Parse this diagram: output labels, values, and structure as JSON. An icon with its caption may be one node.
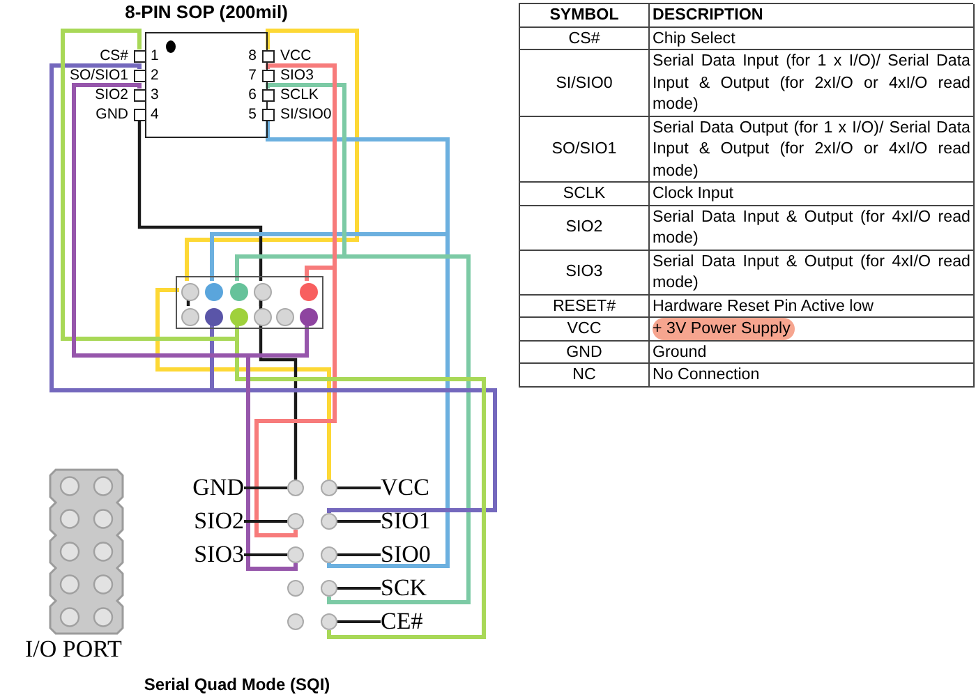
{
  "diagram": {
    "title": "8-PIN SOP (200mil)",
    "caption": "Serial Quad Mode (SQI)",
    "nodes": [
      {
        "text": [],
        "shape": "box"
      },
      {
        "text": [],
        "shape": "box"
      },
      {
        "text": [],
        "shape": "box"
      },
      {
        "text": [],
        "shape": "box"
      },
      {
        "text": [],
        "shape": "box"
      },
      {
        "text": [],
        "shape": "box"
      },
      {
        "text": [],
        "shape": "box"
      },
      {
        "text": [],
        "shape": "box"
      },
      {
        "text": [],
        "shape": "box"
      },
      {
        "text": [],
        "shape": "box"
      },
      {
        "text": [],
        "shape": "circle",
        "in": 9
      },
      {
        "text": [],
        "shape": "circle",
        "in": 9
      },
      {
        "text": [],
        "shape": "circle",
        "in": 9
      },
      {
        "text": [],
        "shape": "circle",
        "in": 9
      },
      {
        "text": [],
        "shape": "circle",
        "in": 9
      },
      {
        "text": [],
        "shape": "circle",
        "in": 9
      },
      {
        "text": [],
        "shape": "circle",
        "in": 9
      },
      {
        "text": [],
        "shape": "circle",
        "in": 9
      },
      {
        "text": [],
        "shape": "circle",
        "in": 9
      },
      {
        "text": [],
        "shape": "circle",
        "in": 9
      },
      {
        "text": [],
        "shape": "circle",
        "in": 9
      },
      {
        "text": [
          "GND"
        ]
      },
      {
        "text": [
          "SIO2"
        ]
      },
      {
        "text": [
          "SIO3"
        ]
      },
      {
        "text": [
          "VCC"
        ]
      },
      {
        "text": [
          "SIO1"
        ]
      },
      {
        "text": [
          "SIO0"
        ]
      },
      {
        "text": [
          "SCK"
        ]
      },
      {
        "text": [
          "CE#"
        ]
      },
      {
        "text": [],
        "shape": "circle"
      },
      {
        "text": [],
        "shape": "circle"
      },
      {
        "text": [],
        "shape": "circle"
      },
      {
        "text": [],
        "shape": "circle"
      },
      {
        "text": [],
        "shape": "circle"
      },
      {
        "text": [],
        "shape": "circle"
      },
      {
        "text": [],
        "shape": "circle"
      },
      {
        "text": [],
        "shape": "circle"
      },
      {
        "text": [],
        "shape": "circle"
      },
      {
        "text": [],
        "shape": "circle"
      }
    ],
    "edges": [
      {
        "from": 5,
        "to": 10,
        "arrow": "none",
        "color": "#fdd835"
      },
      {
        "from": 10,
        "to": 34,
        "arrow": "none",
        "color": "#fdd835"
      },
      {
        "from": 4,
        "to": 13,
        "arrow": "none"
      },
      {
        "from": 13,
        "to": 29,
        "arrow": "none"
      },
      {
        "from": 10,
        "to": 15,
        "arrow": "none"
      },
      {
        "from": 13,
        "to": 18,
        "arrow": "none"
      },
      {
        "from": 8,
        "to": 11,
        "arrow": "none",
        "color": "#6cb0df"
      },
      {
        "from": 11,
        "to": 36,
        "arrow": "none",
        "color": "#6cb0df"
      },
      {
        "from": 7,
        "to": 12,
        "arrow": "none",
        "color": "#7ccaa5"
      },
      {
        "from": 12,
        "to": 37,
        "arrow": "none",
        "color": "#7ccaa5"
      },
      {
        "from": 6,
        "to": 14,
        "arrow": "none",
        "color": "#f77b7b"
      },
      {
        "from": 14,
        "to": 30,
        "arrow": "none",
        "color": "#f77b7b"
      },
      {
        "from": 2,
        "to": 16,
        "arrow": "none",
        "color": "#7468bd"
      },
      {
        "from": 16,
        "to": 35,
        "arrow": "none",
        "color": "#7468bd"
      },
      {
        "from": 1,
        "to": 17,
        "arrow": "none",
        "color": "#a8d857"
      },
      {
        "from": 17,
        "to": 38,
        "arrow": "none",
        "color": "#a8d857"
      },
      {
        "from": 3,
        "to": 20,
        "arrow": "none",
        "color": "#9656ab"
      },
      {
        "from": 20,
        "to": 31,
        "arrow": "none",
        "color": "#9656ab"
      },
      {
        "from": 21,
        "to": 29,
        "arrow": "none"
      },
      {
        "from": 22,
        "to": 30,
        "arrow": "none"
      },
      {
        "from": 23,
        "to": 31,
        "arrow": "none"
      },
      {
        "from": 24,
        "to": 34,
        "arrow": "none"
      },
      {
        "from": 25,
        "to": 35,
        "arrow": "none"
      },
      {
        "from": 26,
        "to": 36,
        "arrow": "none"
      },
      {
        "from": 27,
        "to": 37,
        "arrow": "none"
      },
      {
        "from": 28,
        "to": 38,
        "arrow": "none"
      }
    ],
    "labels": [
      "CS#",
      "1",
      "8",
      "VCC",
      "SO/SIO1",
      "2",
      "7",
      "SIO3",
      "SIO2",
      "3",
      "6",
      "SCLK",
      "GND",
      "4",
      "5",
      "SI/SIO0",
      "SYMBOL",
      "DESCRIPTION",
      "CS#",
      "Chip Select",
      "SI/SIO0",
      "Serial Data Input (for 1 x I/O)/ Serial Data Input & Output (for 2xI/O or 4xI/O read mode)",
      "SO/SIO1",
      "Serial Data Output (for 1 x I/O)/ Serial Data Input & Output (for 2xI/O or 4xI/O read mode)",
      "SCLK",
      "Clock Input",
      "SIO2",
      "Serial Data Input & Output (for 4xI/O read mode)",
      "SIO3",
      "Serial Data Input & Output (for 4xI/O read mode)",
      "RESET#",
      "Hardware Reset Pin Active low",
      "VCC",
      "+ 3V Power Supply",
      "GND",
      "Ground",
      "NC",
      "No Connection",
      "I/O PORT"
    ]
  }
}
